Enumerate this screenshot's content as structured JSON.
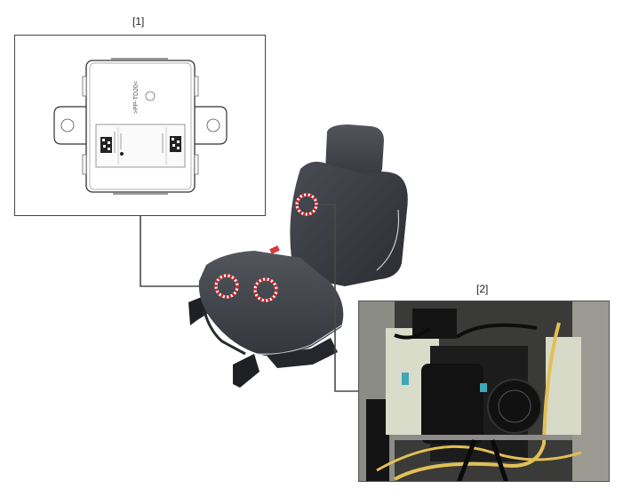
{
  "figure": {
    "callout_1": {
      "label": "[1]",
      "component": "control-module",
      "module_marking": ">PP-TD20<",
      "circles": 2
    },
    "callout_2": {
      "label": "[2]",
      "component": "seat-back-blower-and-harness",
      "circles": 1
    },
    "colors": {
      "leader_line": "#4a4a4a",
      "highlight_circle": "#d81e1e",
      "seat_leather": "#3a3c44",
      "piping": "#c9ccd6",
      "harness_yellow": "#e2c054"
    }
  }
}
